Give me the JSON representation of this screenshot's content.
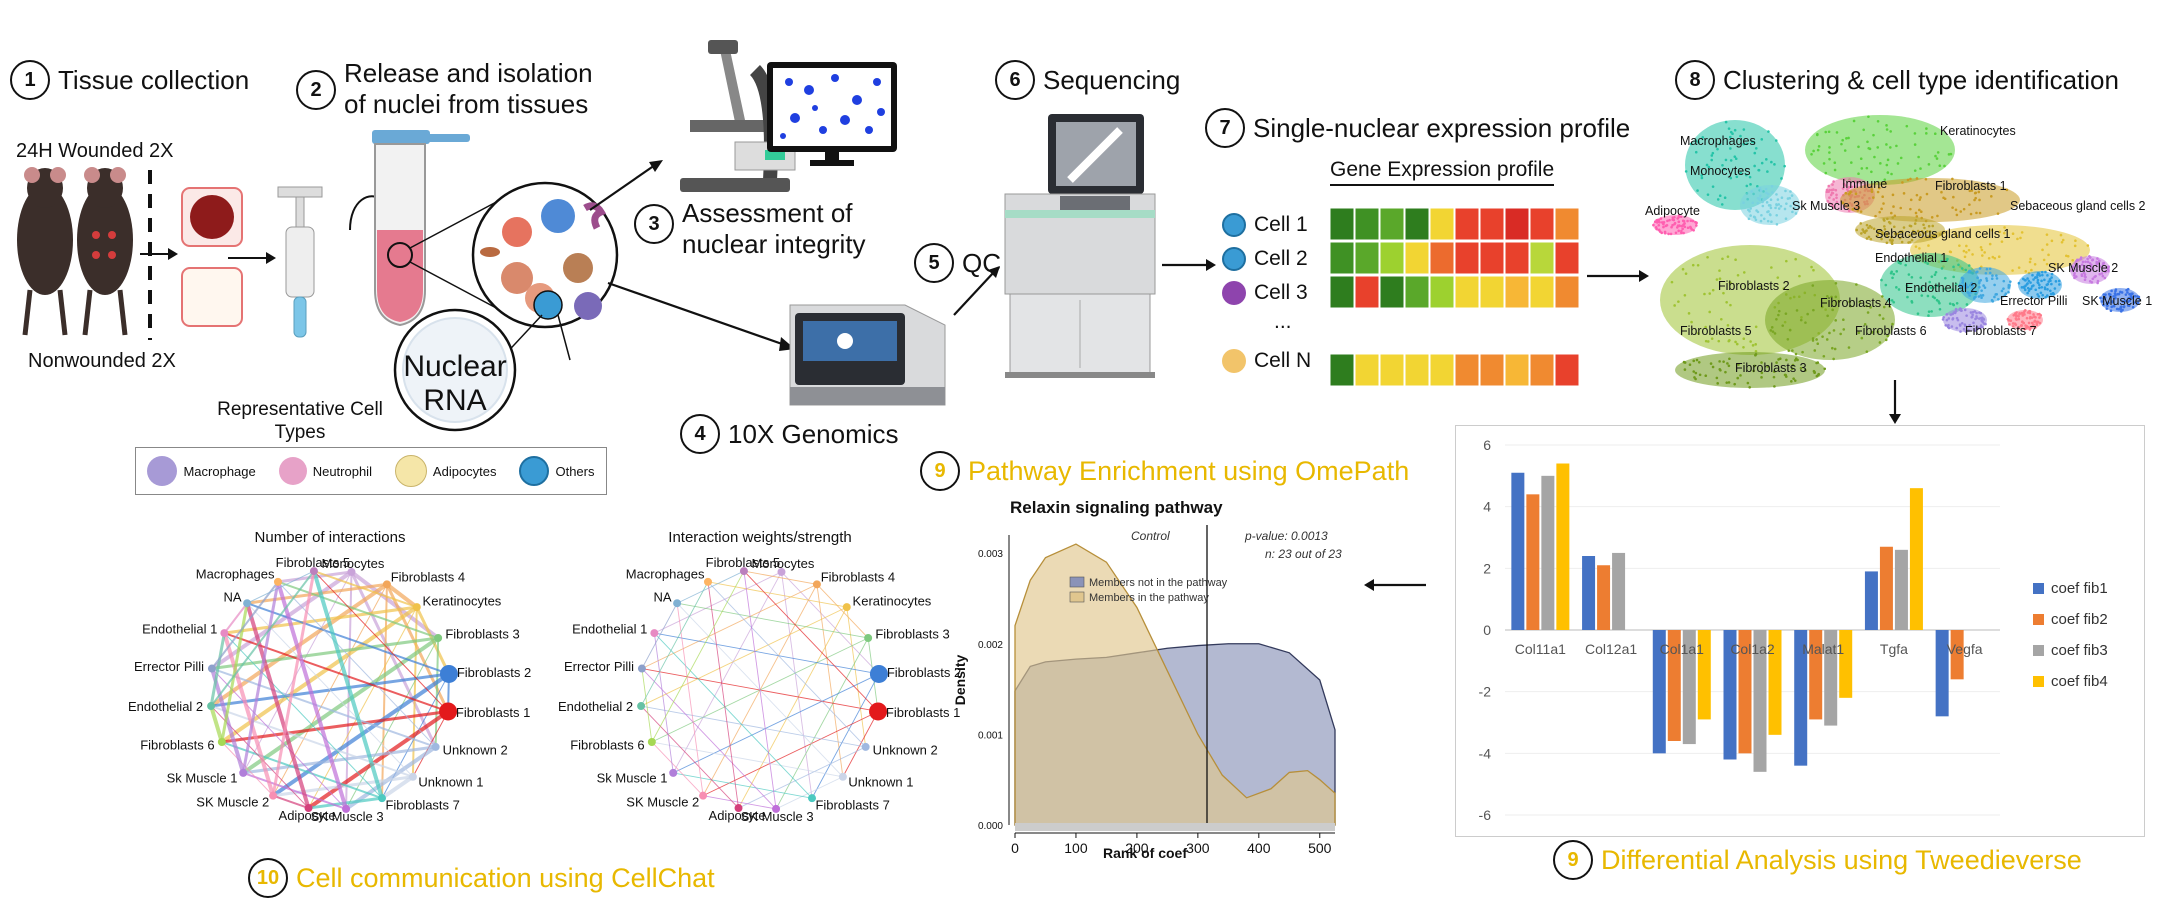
{
  "steps": {
    "s1": {
      "num": "1",
      "label": "Tissue collection"
    },
    "s2": {
      "num": "2",
      "line1": "Release and isolation",
      "line2": "of nuclei from tissues"
    },
    "s3": {
      "num": "3",
      "line1": "Assessment of",
      "line2": "nuclear integrity"
    },
    "s4": {
      "num": "4",
      "label": "10X Genomics"
    },
    "s5": {
      "num": "5",
      "label": "QC"
    },
    "s6": {
      "num": "6",
      "label": "Sequencing"
    },
    "s7": {
      "num": "7",
      "label": "Single-nuclear expression profile"
    },
    "s8": {
      "num": "8",
      "label": "Clustering & cell type identification"
    },
    "s9a": {
      "num": "9",
      "label": "Pathway Enrichment using OmePath"
    },
    "s9b": {
      "num": "9",
      "label": "Differential Analysis using Tweedieverse"
    },
    "s10": {
      "num": "10",
      "label": "Cell communication using CellChat"
    }
  },
  "tissue": {
    "wounded": "24H Wounded 2X",
    "nonwounded": "Nonwounded 2X"
  },
  "nuclear_rna": {
    "line1": "Nuclear",
    "line2": "RNA"
  },
  "cell_types": {
    "title_line1": "Representative Cell",
    "title_line2": "Types",
    "items": [
      {
        "name": "Macrophage",
        "color": "#a79ad6"
      },
      {
        "name": "Neutrophil",
        "color": "#e7a2c8"
      },
      {
        "name": "Adipocytes",
        "color": "#f5e6a8"
      },
      {
        "name": "Others",
        "color": "#3a9bd4"
      }
    ]
  },
  "expression": {
    "title": "Gene Expression profile",
    "cells": [
      "Cell 1",
      "Cell 2",
      "Cell 3",
      "...",
      "Cell N"
    ],
    "rows": [
      [
        "#2e7d1e",
        "#3f9124",
        "#5aa82a",
        "#2e7d1e",
        "#f2d533",
        "#e8412c",
        "#e8412c",
        "#d92b25",
        "#e8412c",
        "#f08a30"
      ],
      [
        "#3f9124",
        "#5aa82a",
        "#9dd12f",
        "#f2d533",
        "#ec6b2e",
        "#e8412c",
        "#e8412c",
        "#e8412c",
        "#b8d73a",
        "#e8412c"
      ],
      [
        "#2e7d1e",
        "#e8412c",
        "#2e7d1e",
        "#5aa82a",
        "#9dd12f",
        "#f2d533",
        "#f2d533",
        "#f7b736",
        "#f2d533",
        "#f08a30"
      ],
      [
        "#2e7d1e",
        "#f2d533",
        "#f2d533",
        "#f2d533",
        "#f2d533",
        "#f08a30",
        "#f08a30",
        "#f7b736",
        "#f08a30",
        "#e8412c"
      ]
    ]
  },
  "umap_labels": [
    {
      "t": "Macrophages"
    },
    {
      "t": "Keratinocytes"
    },
    {
      "t": "Monocytes"
    },
    {
      "t": "Immune"
    },
    {
      "t": "Fibroblasts 1"
    },
    {
      "t": "Sk Muscle 3"
    },
    {
      "t": "Sebaceous gland cells 2"
    },
    {
      "t": "Adipocyte"
    },
    {
      "t": "Sebaceous gland cells 1"
    },
    {
      "t": "Endothelial 1"
    },
    {
      "t": "SK Muscle 2"
    },
    {
      "t": "Fibroblasts 2"
    },
    {
      "t": "Endothelial 2"
    },
    {
      "t": "Errector Pilli"
    },
    {
      "t": "SK Muscle 1"
    },
    {
      "t": "Fibroblasts 4"
    },
    {
      "t": "Fibroblasts 5"
    },
    {
      "t": "Fibroblasts 6"
    },
    {
      "t": "Fibroblasts 7"
    },
    {
      "t": "Fibroblasts 3"
    }
  ],
  "network": {
    "title1": "Number of interactions",
    "title2": "Interaction weights/strength",
    "nodes": [
      "Monocytes",
      "Fibroblasts 4",
      "Keratinocytes",
      "Fibroblasts 3",
      "Fibroblasts 2",
      "Fibroblasts 1",
      "Unknown 2",
      "Unknown 1",
      "Fibroblasts 7",
      "SK Muscle 3",
      "Adipocyte",
      "SK Muscle 2",
      "Sk Muscle 1",
      "Fibroblasts 6",
      "Endothelial 2",
      "Errector Pilli",
      "Endothelial 1",
      "NA",
      "Macrophages",
      "Fibroblasts 5"
    ],
    "colors": [
      "#c9a3d9",
      "#f2a65a",
      "#f0c24a",
      "#7fc97f",
      "#3d7fd6",
      "#e31a1c",
      "#9fb8e0",
      "#cbd5e8",
      "#4cc9c0",
      "#bf6fd9",
      "#d43f7b",
      "#f78fb3",
      "#b07fd9",
      "#a6d854",
      "#66c2a5",
      "#8da0cb",
      "#e78ac3",
      "#80b1d3",
      "#fdb462",
      "#bc80bd"
    ]
  },
  "chart_data": [
    {
      "type": "area",
      "title": "Relaxin signaling pathway",
      "annotation_control": "Control",
      "annotation_pvalue": "p-value: 0.0013",
      "annotation_n": "n: 23 out of 23",
      "xlabel": "Rank of coef",
      "ylabel": "Density",
      "xlim": [
        0,
        525
      ],
      "ylim": [
        0,
        0.0032
      ],
      "xticks": [
        "0",
        "100",
        "200",
        "300",
        "400",
        "500"
      ],
      "yticks": [
        "0.000",
        "0.001",
        "0.002",
        "0.003"
      ],
      "vline": 315,
      "series": [
        {
          "name": "Members not in the pathway",
          "color": "#8b93b8",
          "x": [
            0,
            25,
            50,
            100,
            150,
            200,
            250,
            300,
            350,
            400,
            450,
            500,
            525
          ],
          "y": [
            0.00148,
            0.00175,
            0.0018,
            0.00183,
            0.00185,
            0.0019,
            0.00195,
            0.00198,
            0.002,
            0.002,
            0.0019,
            0.0016,
            0.00105
          ]
        },
        {
          "name": "Members in the pathway",
          "color": "#e0c68e",
          "x": [
            0,
            25,
            50,
            100,
            150,
            200,
            250,
            300,
            340,
            380,
            420,
            450,
            480,
            500,
            525
          ],
          "y": [
            0.0022,
            0.0027,
            0.00295,
            0.0031,
            0.0029,
            0.0024,
            0.0017,
            0.001,
            0.00055,
            0.0003,
            0.0004,
            0.00058,
            0.0006,
            0.0005,
            0.00035
          ]
        }
      ],
      "legend": "top-left"
    },
    {
      "type": "bar",
      "categories": [
        "Col11a1",
        "Col12a1",
        "Col1a1",
        "Col1a2",
        "Malat1",
        "Tgfa",
        "Vegfa"
      ],
      "ylim": [
        -6,
        6
      ],
      "yticks": [
        "6",
        "4",
        "2",
        "0",
        "-2",
        "-4",
        "-6"
      ],
      "series": [
        {
          "name": "coef fib1",
          "color": "#4472c4",
          "values": [
            5.1,
            2.4,
            -4.0,
            -4.2,
            -4.4,
            1.9,
            -2.8
          ]
        },
        {
          "name": "coef fib2",
          "color": "#ed7d31",
          "values": [
            4.4,
            2.1,
            -3.6,
            -4.0,
            -2.9,
            2.7,
            -1.6
          ]
        },
        {
          "name": "coef fib3",
          "color": "#a5a5a5",
          "values": [
            5.0,
            2.5,
            -3.7,
            -4.6,
            -3.1,
            2.6,
            null
          ]
        },
        {
          "name": "coef fib4",
          "color": "#ffc000",
          "values": [
            5.4,
            null,
            -2.9,
            -3.4,
            -2.2,
            4.6,
            null
          ]
        }
      ],
      "legend": "right"
    }
  ]
}
